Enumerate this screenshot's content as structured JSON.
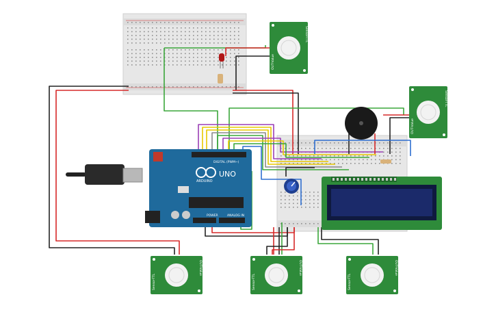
{
  "arduino": {
    "brand": "UNO",
    "sub": "ARDUINO",
    "digital_label": "DIGITAL (PWM~)",
    "power_label": "POWER",
    "analog_label": "ANALOG IN"
  },
  "pir_sensors": [
    {
      "id": "pir-top",
      "label_a": "OUT-Value",
      "label_b": "Sensor-TTL"
    },
    {
      "id": "pir-right",
      "label_a": "OUT-Value",
      "label_b": "Sensor-TTL"
    },
    {
      "id": "pir-bottom-1",
      "label_a": "OUT-Value",
      "label_b": "Sensor-TTL"
    },
    {
      "id": "pir-bottom-2",
      "label_a": "OUT-Value",
      "label_b": "Sensor-TTL"
    },
    {
      "id": "pir-bottom-3",
      "label_a": "OUT-Value",
      "label_b": "Sensor-TTL"
    }
  ],
  "colors": {
    "wire_red": "#d62828",
    "wire_black": "#222222",
    "wire_green": "#3aa63a",
    "wire_yellow": "#e8c800",
    "wire_purple": "#9b3fb5",
    "wire_blue": "#2f6fd0",
    "wire_gray": "#8a8a8a",
    "arduino_blue": "#1f6a9c",
    "pcb_green": "#2e8b3a",
    "lcd_screen": "#1b2a6a",
    "breadboard": "#e6e6e6"
  }
}
